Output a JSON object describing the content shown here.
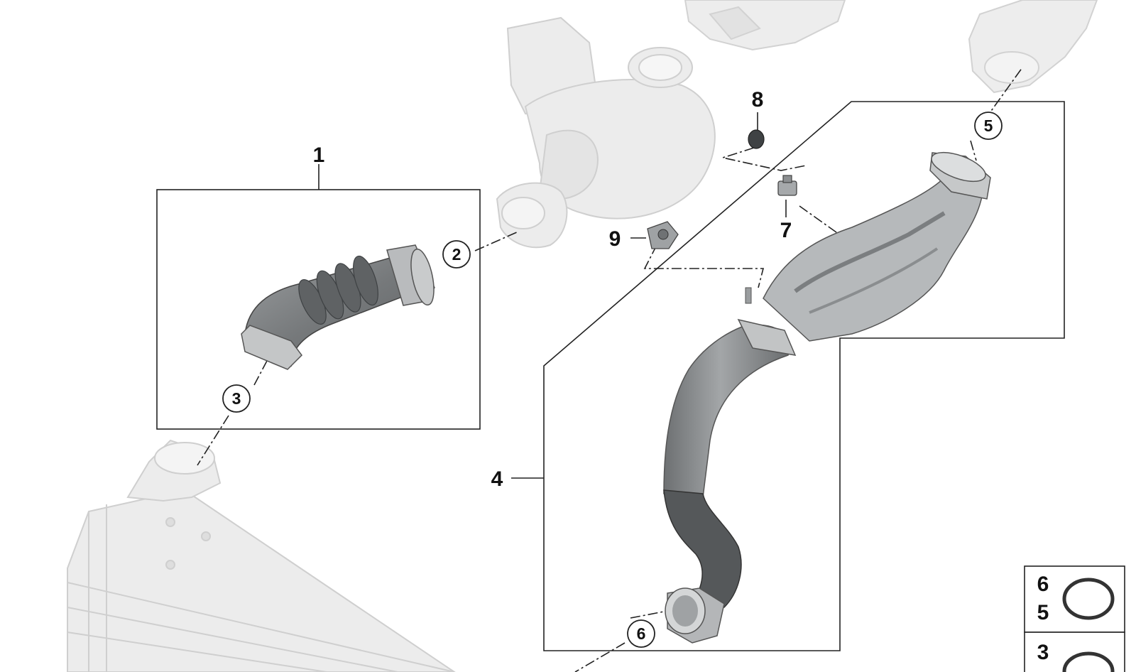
{
  "diagram": {
    "part_labels": {
      "p1": "1",
      "p4": "4",
      "p7": "7",
      "p8": "8",
      "p9": "9"
    },
    "callouts": {
      "c2": "2",
      "c3": "3",
      "c5": "5",
      "c6": "6"
    },
    "legend": {
      "row_top": {
        "num_a": "6",
        "num_b": "5"
      },
      "row_bottom": {
        "num_a": "3"
      }
    },
    "colors": {
      "hose_gray": "#7d8082",
      "hose_dark": "#5a5d5f",
      "context_gray": "#d8d8d8",
      "line": "#222222"
    }
  }
}
